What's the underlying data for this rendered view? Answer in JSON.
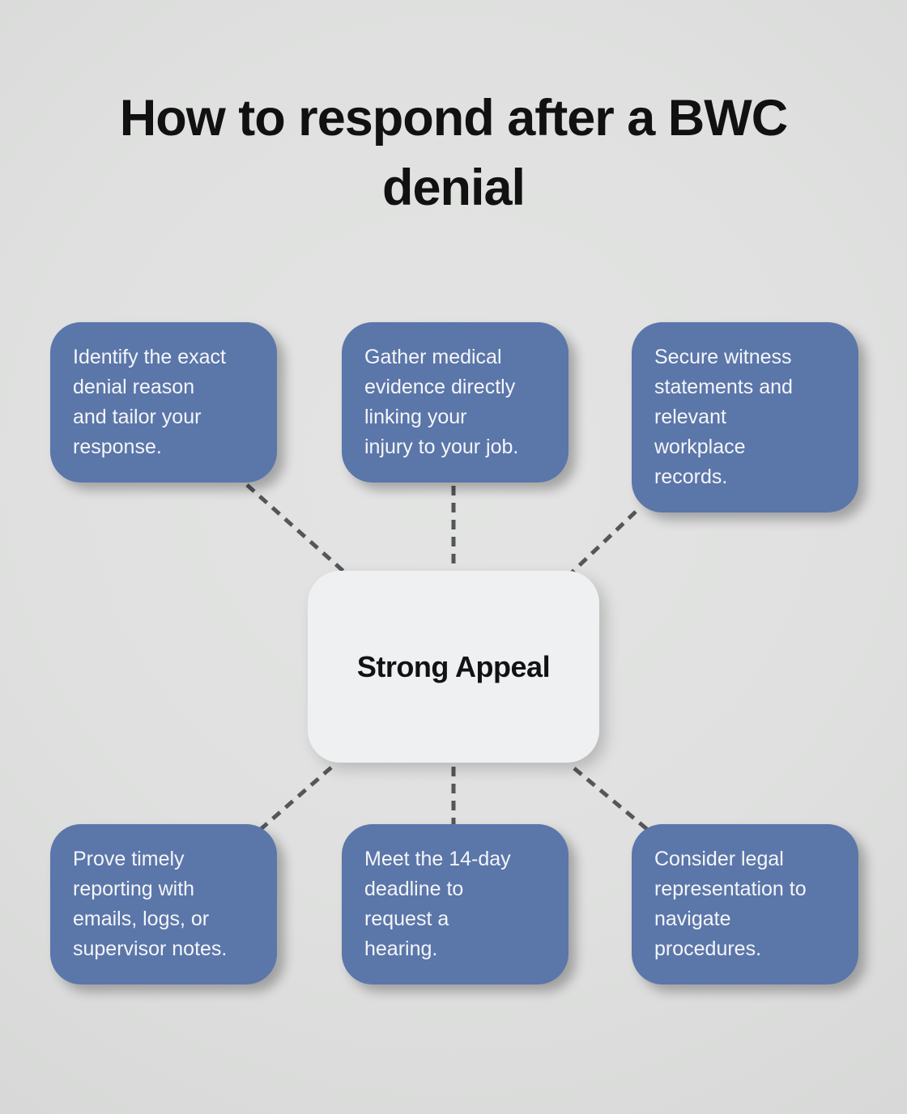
{
  "title": "How to respond after a BWC denial\ndenial_display",
  "title_text": "How to respond after a BWC\ndenial",
  "center_label": "Strong Appeal",
  "nodes": [
    {
      "id": "identify-denial-reason",
      "position": "top-left",
      "text": "Identify the exact\ndenial reason\nand tailor your\nresponse."
    },
    {
      "id": "gather-medical-evidence",
      "position": "top-center",
      "text": "Gather medical\nevidence directly\nlinking your\ninjury to your job."
    },
    {
      "id": "secure-witness-statements",
      "position": "top-right",
      "text": "Secure witness\nstatements and\nrelevant\nworkplace\nrecords."
    },
    {
      "id": "prove-timely-reporting",
      "position": "bottom-left",
      "text": "Prove timely\nreporting with\nemails, logs, or\nsupervisor notes."
    },
    {
      "id": "meet-14-day-deadline",
      "position": "bottom-center",
      "text": "Meet the 14-day\ndeadline to\nrequest a\nhearing."
    },
    {
      "id": "consider-legal-representation",
      "position": "bottom-right",
      "text": "Consider legal\nrepresentation to\nnavigate\nprocedures."
    }
  ],
  "edges": [
    {
      "from": "strong-appeal",
      "to": "identify-denial-reason"
    },
    {
      "from": "strong-appeal",
      "to": "gather-medical-evidence"
    },
    {
      "from": "strong-appeal",
      "to": "secure-witness-statements"
    },
    {
      "from": "strong-appeal",
      "to": "prove-timely-reporting"
    },
    {
      "from": "strong-appeal",
      "to": "meet-14-day-deadline"
    },
    {
      "from": "strong-appeal",
      "to": "consider-legal-representation"
    }
  ],
  "colors": {
    "background": "#dfe0df",
    "node_fill": "#5b76a9",
    "node_text": "#f4f6f9",
    "center_fill": "#eef0f2",
    "center_text": "#121212",
    "connector": "#55565a",
    "title": "#111111"
  }
}
